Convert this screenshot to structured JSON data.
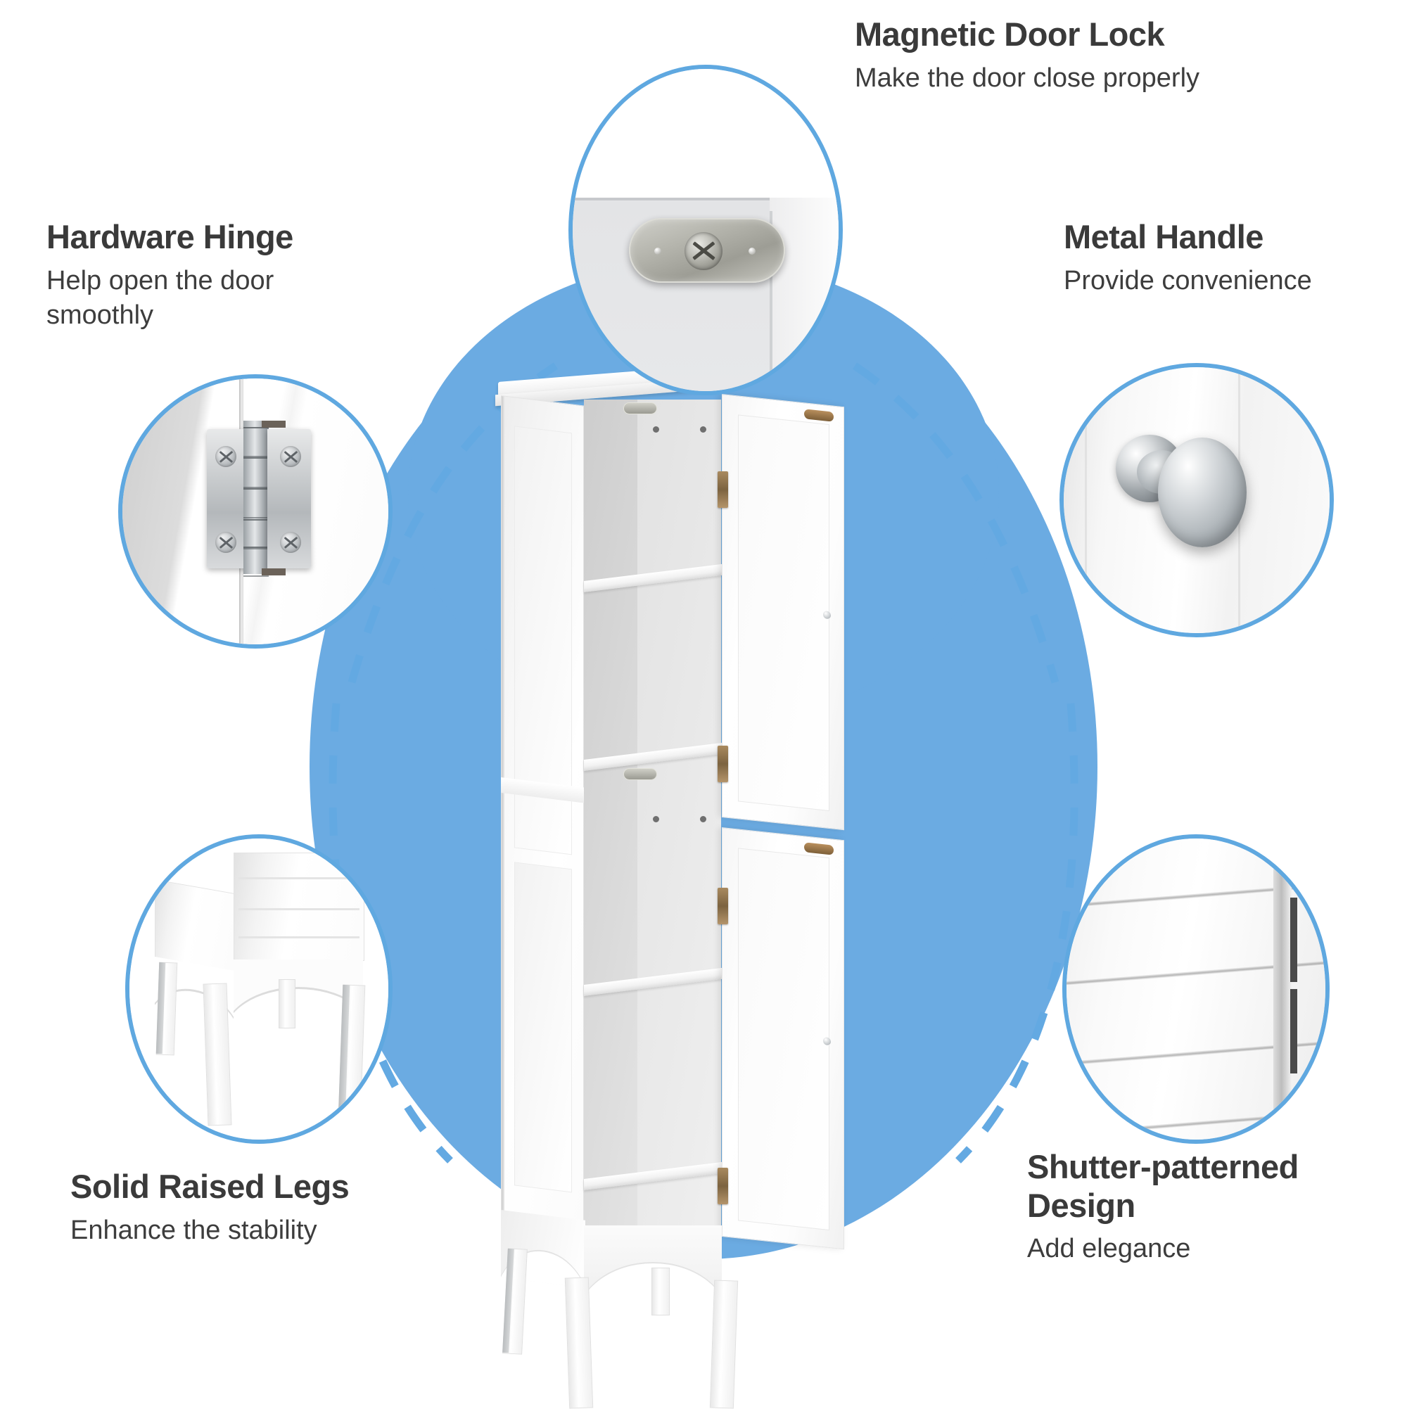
{
  "theme": {
    "accent_blue": "#6BABE2",
    "ring_blue": "#5FA8E0",
    "dash_blue": "#63A9E2",
    "heading_color": "#3A3A3A",
    "body_color": "#3D3D3D",
    "background": "#FFFFFF"
  },
  "product": {
    "name": "white-tall-bathroom-storage-cabinet",
    "shelf_count": 4,
    "door_count": 2,
    "leg_count": 4
  },
  "callouts": [
    {
      "id": "magnetic-door-lock",
      "title": "Magnetic Door Lock",
      "subtitle": "Make the door close properly",
      "icon": "magnetic-catch-plate-photo",
      "position": "top-center"
    },
    {
      "id": "hardware-hinge",
      "title": "Hardware Hinge",
      "subtitle": "Help open the door\nsmoothly",
      "icon": "chrome-butt-hinge-photo",
      "position": "left"
    },
    {
      "id": "metal-handle",
      "title": "Metal Handle",
      "subtitle": "Provide convenience",
      "icon": "brushed-nickel-knob-photo",
      "position": "right"
    },
    {
      "id": "solid-raised-legs",
      "title": "Solid Raised Legs",
      "subtitle": "Enhance the stability",
      "icon": "tapered-wooden-legs-photo",
      "position": "bottom-left"
    },
    {
      "id": "shutter-patterned-design",
      "title": "Shutter-patterned\nDesign",
      "subtitle": "Add elegance",
      "icon": "horizontal-slat-panel-photo",
      "position": "bottom-right"
    }
  ]
}
